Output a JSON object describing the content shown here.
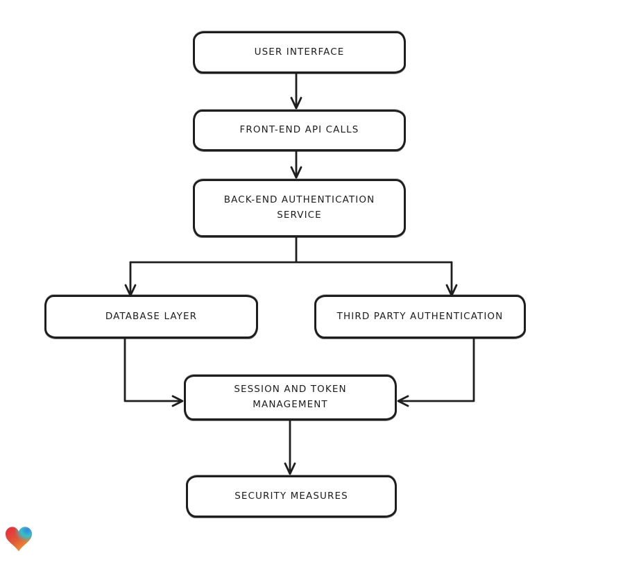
{
  "diagram": {
    "background": "#ffffff",
    "stroke_color": "#1e1e1e",
    "node_fill": "#ffffff",
    "nodes": [
      {
        "id": "user-interface",
        "label": "USER INTERFACE"
      },
      {
        "id": "front-end-api-calls",
        "label": "FRONT-END API CALLS"
      },
      {
        "id": "back-end-authentication-service",
        "label": "BACK-END AUTHENTICATION SERVICE"
      },
      {
        "id": "database-layer",
        "label": "DATABASE LAYER"
      },
      {
        "id": "third-party-authentication",
        "label": "THIRD PARTY AUTHENTICATION"
      },
      {
        "id": "session-and-token-management",
        "label": "SESSION AND TOKEN MANAGEMENT"
      },
      {
        "id": "security-measures",
        "label": "SECURITY MEASURES"
      }
    ],
    "edges": [
      {
        "from": "user-interface",
        "to": "front-end-api-calls"
      },
      {
        "from": "front-end-api-calls",
        "to": "back-end-authentication-service"
      },
      {
        "from": "back-end-authentication-service",
        "to": "database-layer"
      },
      {
        "from": "back-end-authentication-service",
        "to": "third-party-authentication"
      },
      {
        "from": "database-layer",
        "to": "session-and-token-management"
      },
      {
        "from": "third-party-authentication",
        "to": "session-and-token-management"
      },
      {
        "from": "session-and-token-management",
        "to": "security-measures"
      }
    ]
  },
  "footer": {
    "logo": {
      "name": "gradient-heart-logo",
      "colors": [
        "#e8273d",
        "#f59e2e",
        "#2fc3cb",
        "#3b82e0"
      ]
    }
  }
}
